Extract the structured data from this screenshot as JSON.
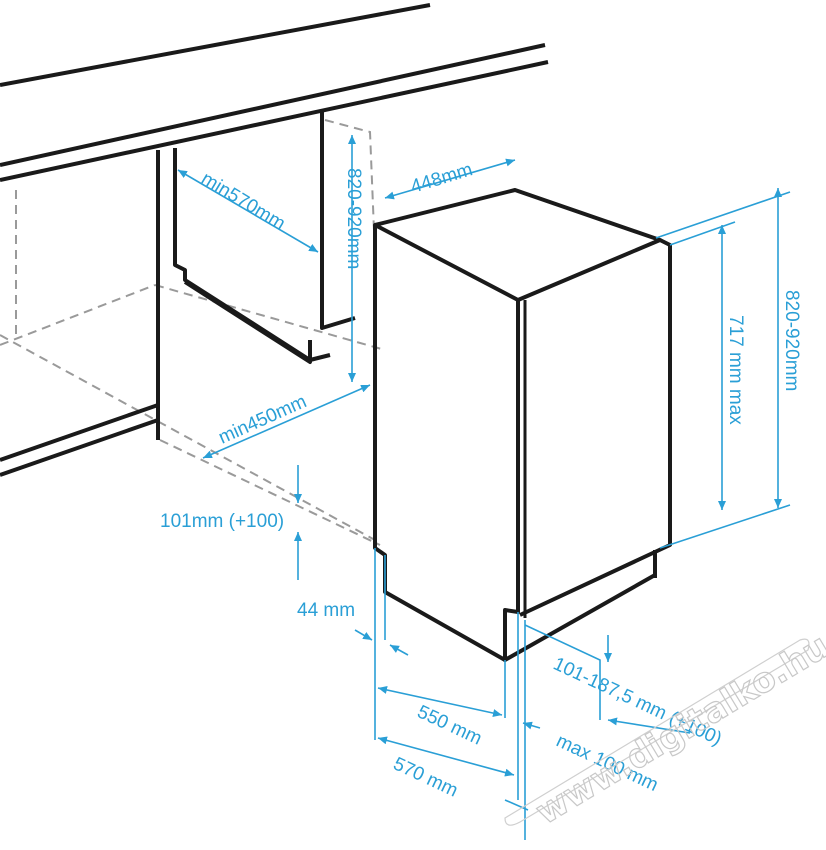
{
  "dimensions": {
    "cabinet_depth": "min570mm",
    "niche_height": "820-920mm",
    "width": "448mm",
    "niche_width": "min450mm",
    "height_range": "820-920mm",
    "door_height": "717 mm max",
    "plinth_height": "101mm (+100)",
    "plinth_offset": "44 mm",
    "door_gap": "101-187,5 mm (+100)",
    "depth_550": "550 mm",
    "depth_570": "570 mm",
    "max_100": "max 100 mm"
  },
  "watermark": "www.digitalko.hu",
  "colors": {
    "dimension": "#2a9fd6",
    "outline": "#1a1a1a",
    "hidden": "#9a9a9a"
  }
}
